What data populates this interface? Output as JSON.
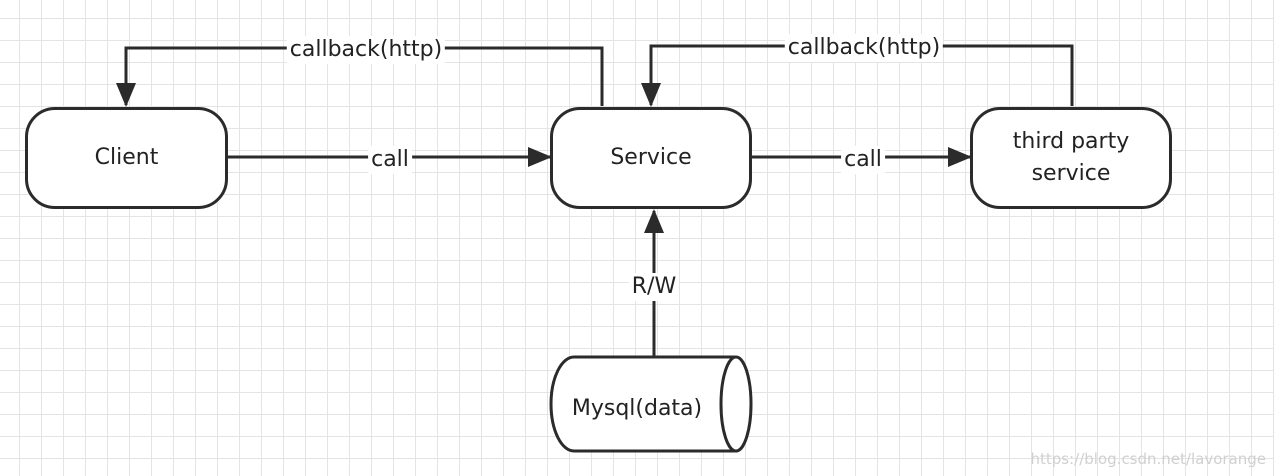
{
  "nodes": {
    "client": "Client",
    "service": "Service",
    "third_party": "third party\nservice",
    "database": "Mysql(data)"
  },
  "edges": {
    "client_to_service": "call",
    "service_to_third_party": "call",
    "service_to_client_callback": "callback(http)",
    "third_party_to_service_callback": "callback(http)",
    "service_database": "R/W"
  },
  "watermark": "https://blog.csdn.net/lavorange",
  "colors": {
    "stroke": "#2b2b2b",
    "grid": "#e4e4e4"
  }
}
